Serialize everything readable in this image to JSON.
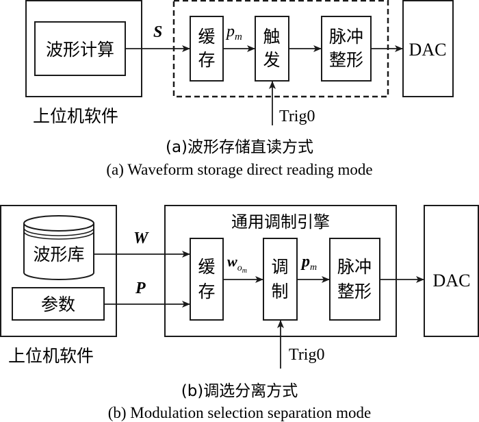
{
  "part_a": {
    "host": {
      "label": "上位机软件",
      "inner_block": "波形计算"
    },
    "signal_s": "S",
    "dashed_group": {
      "blocks": [
        {
          "line1": "缓",
          "line2": "存"
        },
        {
          "line1": "触",
          "line2": "发"
        },
        {
          "line1": "脉冲",
          "line2": "整形"
        }
      ],
      "signal_pm": {
        "base": "p",
        "sub": "m"
      }
    },
    "dac": "DAC",
    "trigger": "Trig0",
    "caption_cn": "(a)波形存储直读方式",
    "caption_en": "(a) Waveform storage direct reading mode"
  },
  "part_b": {
    "host": {
      "label": "上位机软件",
      "database": "波形库",
      "params": "参数"
    },
    "signal_w": "W",
    "signal_p": "P",
    "engine": {
      "title": "通用调制引擎",
      "blocks": [
        {
          "line1": "缓",
          "line2": "存"
        },
        {
          "line1": "调",
          "line2": "制"
        },
        {
          "line1": "脉冲",
          "line2": "整形"
        }
      ],
      "signal_wom": {
        "base": "w",
        "sub": "o",
        "subsub": "m"
      },
      "signal_pm": {
        "base": "p",
        "sub": "m"
      }
    },
    "dac": "DAC",
    "trigger": "Trig0",
    "caption_cn": "(b)调选分离方式",
    "caption_en": "(b) Modulation selection separation mode"
  }
}
